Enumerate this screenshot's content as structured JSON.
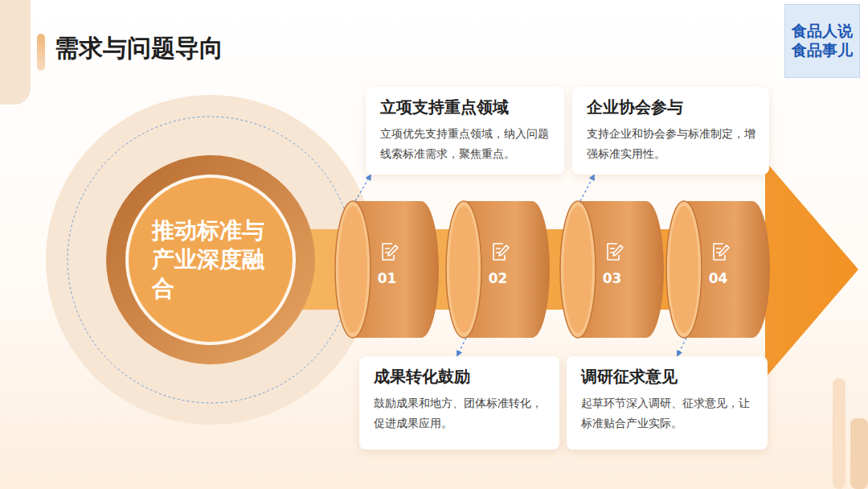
{
  "diagram": {
    "title": "需求与问题导向",
    "nodes": [
      {
        "text": [
          "推动标准与产业深度融合"
        ]
      },
      {
        "text": [
          "立项支持重点领域",
          "立项优先支持重点领域，纳入问题线索标准需求，聚焦重点。"
        ]
      },
      {
        "text": [
          "企业协会参与",
          "支持企业和协会参与标准制定，增强标准实用性。"
        ]
      },
      {
        "text": [
          "01"
        ]
      },
      {
        "text": [
          "02"
        ]
      },
      {
        "text": [
          "03"
        ]
      },
      {
        "text": [
          "04"
        ]
      },
      {
        "text": [
          "成果转化鼓励",
          "鼓励成果和地方、团体标准转化，促进成果应用。"
        ]
      },
      {
        "text": [
          "调研征求意见",
          "起草环节深入调研、征求意见，让标准贴合产业实际。"
        ]
      },
      {
        "text": [
          "食品人说 食品事儿"
        ]
      }
    ],
    "edges": [
      {
        "from": 3,
        "to": 1,
        "arrow": "to"
      },
      {
        "from": 4,
        "to": 7,
        "arrow": "to"
      },
      {
        "from": 5,
        "to": 2,
        "arrow": "to"
      },
      {
        "from": 6,
        "to": 8,
        "arrow": "to"
      }
    ]
  }
}
